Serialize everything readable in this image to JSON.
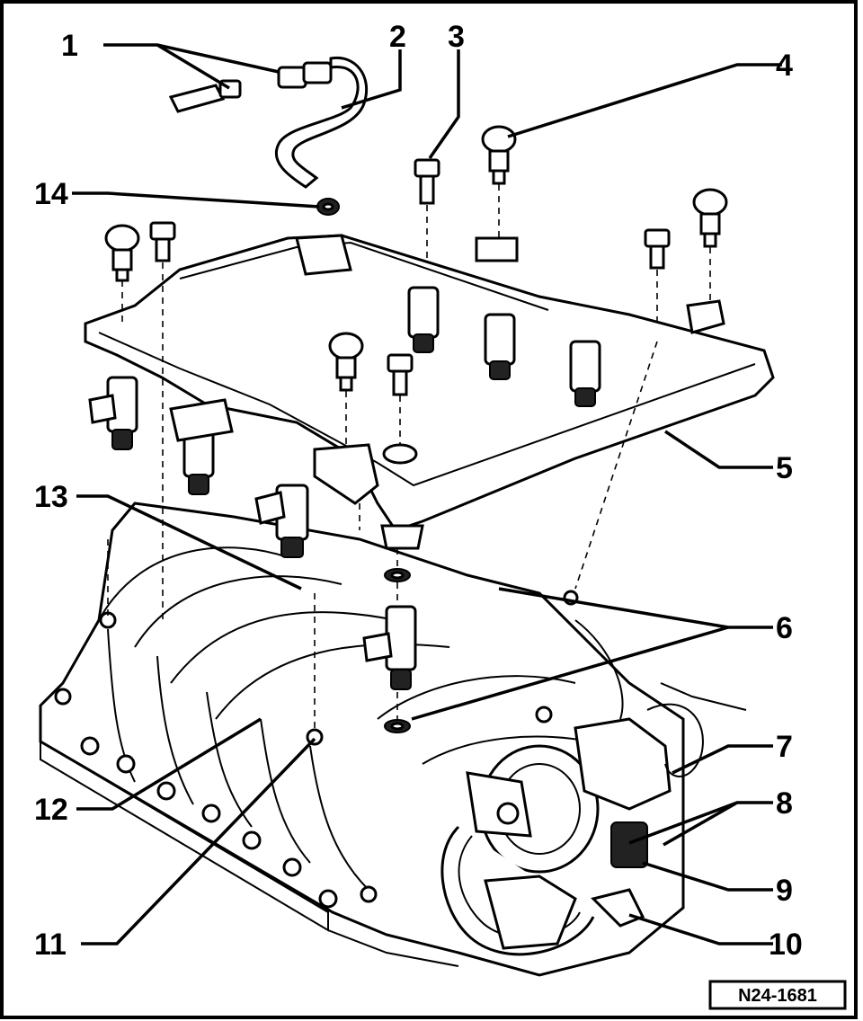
{
  "callouts": [
    {
      "id": "1",
      "label": "1"
    },
    {
      "id": "2",
      "label": "2"
    },
    {
      "id": "3",
      "label": "3"
    },
    {
      "id": "4",
      "label": "4"
    },
    {
      "id": "5",
      "label": "5"
    },
    {
      "id": "6",
      "label": "6"
    },
    {
      "id": "7",
      "label": "7"
    },
    {
      "id": "8",
      "label": "8"
    },
    {
      "id": "9",
      "label": "9"
    },
    {
      "id": "10",
      "label": "10"
    },
    {
      "id": "11",
      "label": "11"
    },
    {
      "id": "12",
      "label": "12"
    },
    {
      "id": "13",
      "label": "13"
    },
    {
      "id": "14",
      "label": "14"
    }
  ],
  "reference": {
    "code": "N24-1681"
  },
  "colors": {
    "ink": "#000000",
    "paper": "#ffffff",
    "shade": "#d8d8d8"
  }
}
